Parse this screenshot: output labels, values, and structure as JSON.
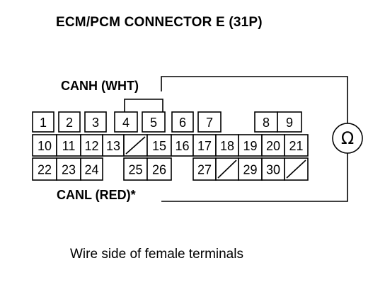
{
  "title": "ECM/PCM CONNECTOR E (31P)",
  "wires": {
    "canh_label": "CANH (WHT)",
    "canl_label": "CANL (RED)*"
  },
  "meter_symbol": "Ω",
  "caption": "Wire side of female terminals",
  "connector": {
    "row1": [
      "1",
      "2",
      "3",
      "4",
      "5",
      "6",
      "7",
      "8",
      "9"
    ],
    "row2": [
      "10",
      "11",
      "12",
      "13",
      "",
      "15",
      "16",
      "17",
      "18",
      "19",
      "20",
      "21"
    ],
    "row3": [
      "22",
      "23",
      "24",
      "25",
      "26",
      "27",
      "",
      "29",
      "30",
      ""
    ]
  }
}
